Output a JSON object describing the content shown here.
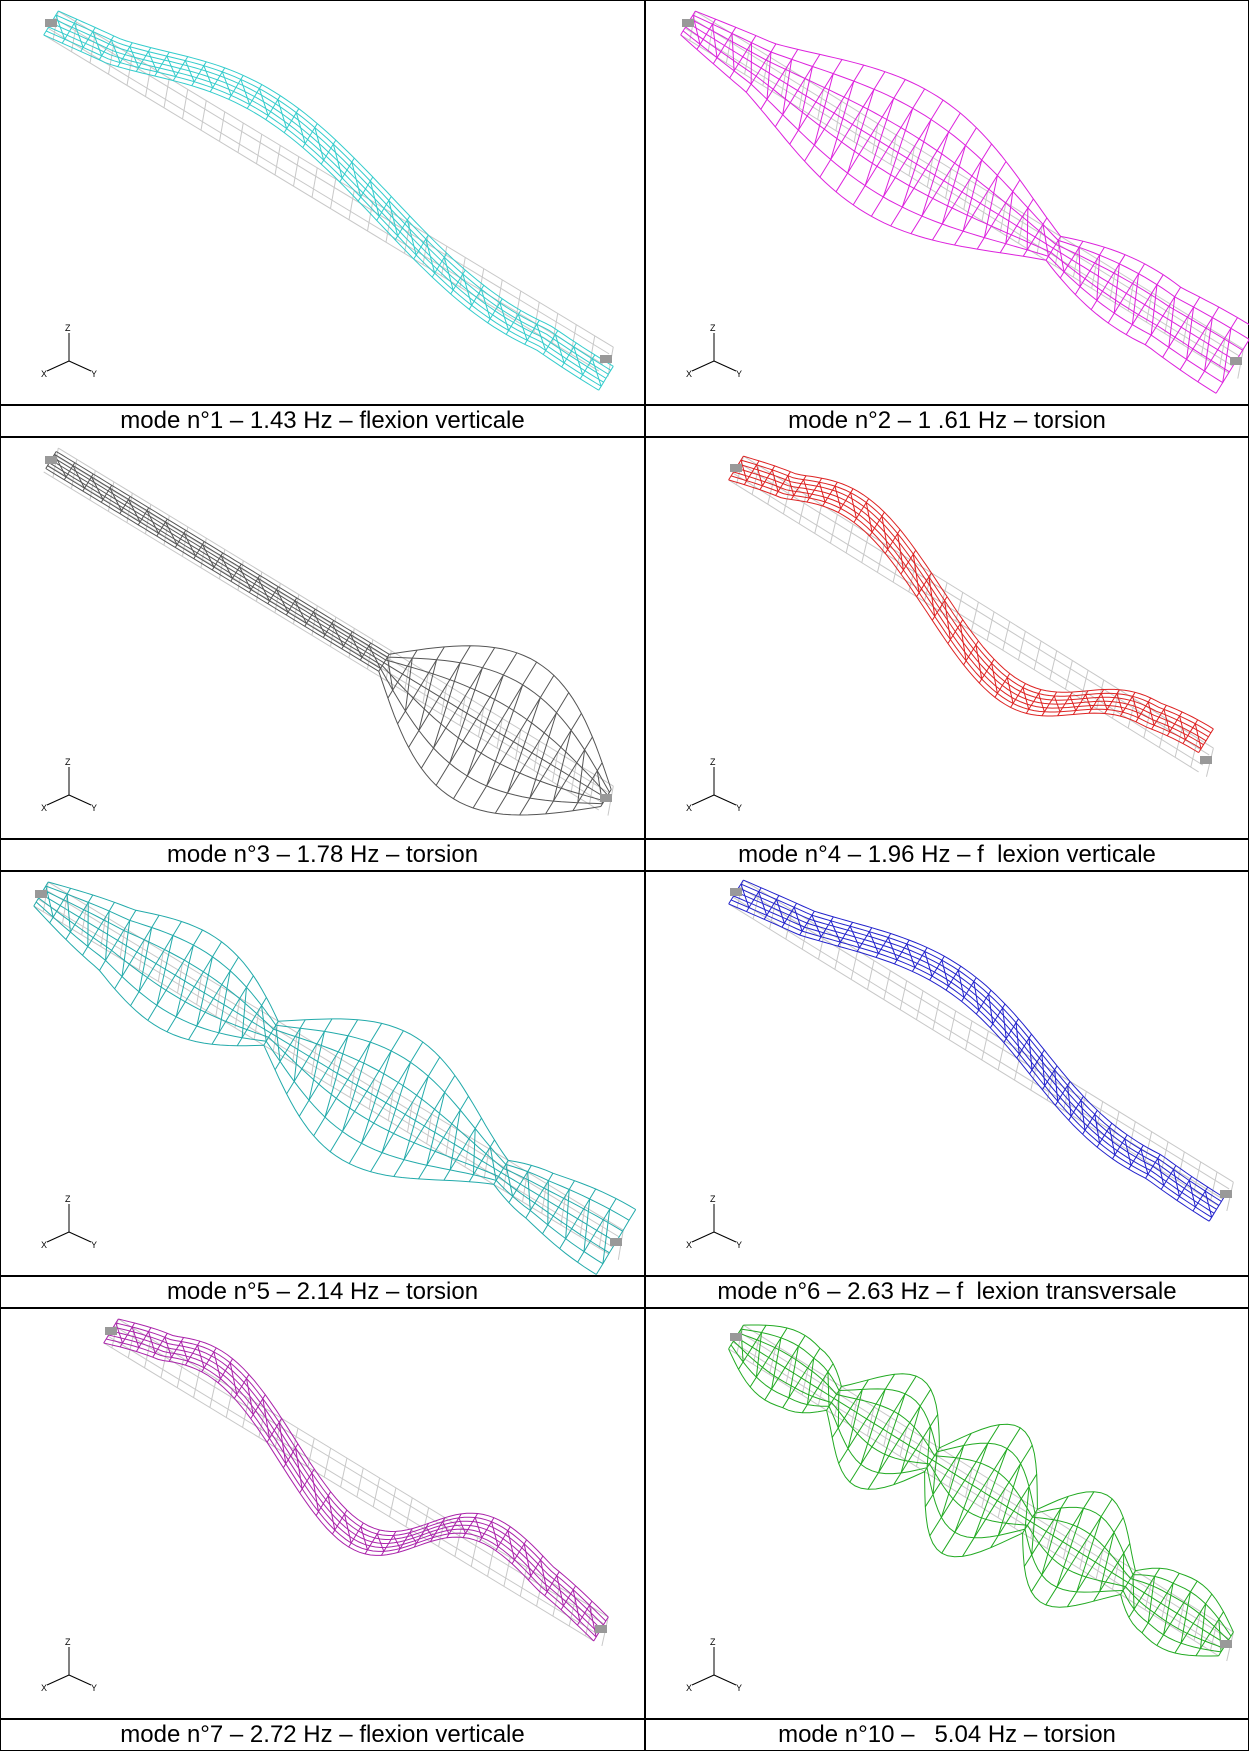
{
  "modes": [
    {
      "caption": "mode n°1 – 1.43 Hz – flexion verticale",
      "color": "#33cccc",
      "shape": "vertical",
      "waves": 1.5
    },
    {
      "caption": "mode n°2 – 1 .61 Hz – torsion",
      "color": "#dd22dd",
      "shape": "torsion",
      "waves": 1.5
    },
    {
      "caption": "mode n°3 – 1.78 Hz – torsion",
      "color": "#555555",
      "shape": "torsion3",
      "waves": 1.5
    },
    {
      "caption": "mode n°4 – 1.96 Hz – f  lexion verticale",
      "color": "#dd2222",
      "shape": "vertical",
      "waves": 2.5
    },
    {
      "caption": "mode n°5 – 2.14 Hz – torsion",
      "color": "#22aaaa",
      "shape": "torsion",
      "waves": 2.5
    },
    {
      "caption": "mode n°6 – 2.63 Hz – f  lexion transversale",
      "color": "#2222cc",
      "shape": "transverse",
      "waves": 1.5
    },
    {
      "caption": "mode n°7 – 2.72 Hz – flexion verticale",
      "color": "#aa22aa",
      "shape": "vertical",
      "waves": 3.0
    },
    {
      "caption": "mode n°10 –   5.04 Hz – torsion",
      "color": "#22aa22",
      "shape": "torsion",
      "waves": 5.0
    }
  ],
  "axis_labels": {
    "z": "Z",
    "x": "X",
    "y": "Y"
  }
}
